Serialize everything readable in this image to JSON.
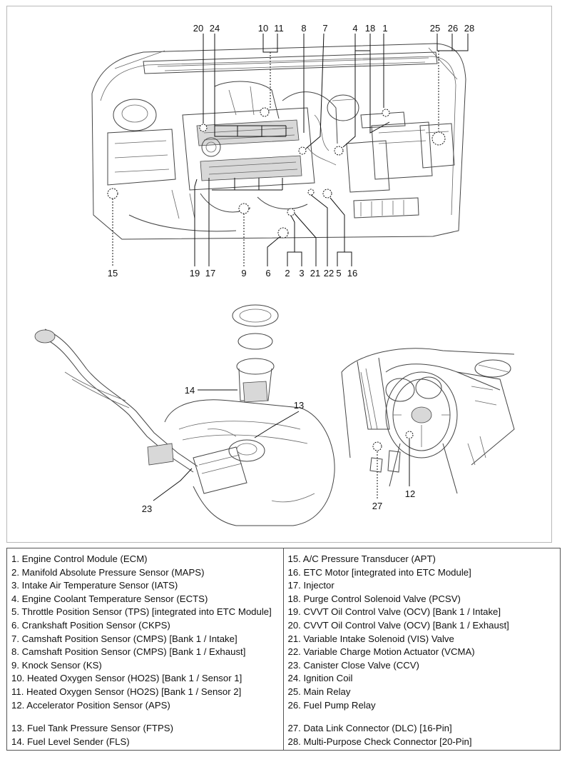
{
  "callouts": {
    "c20": "20",
    "c24": "24",
    "c10": "10",
    "c11": "11",
    "c8": "8",
    "c7": "7",
    "c4": "4",
    "c18": "18",
    "c1": "1",
    "c25": "25",
    "c26": "26",
    "c28": "28",
    "c15": "15",
    "c19": "19",
    "c17": "17",
    "c9": "9",
    "c6": "6",
    "c2": "2",
    "c3": "3",
    "c21": "21",
    "c22": "22",
    "c5": "5",
    "c16": "16",
    "c14": "14",
    "c13": "13",
    "c23": "23",
    "c27": "27",
    "c12": "12"
  },
  "legend": {
    "left": [
      "1. Engine Control Module (ECM)",
      "2. Manifold Absolute Pressure Sensor (MAPS)",
      "3. Intake Air Temperature Sensor (IATS)",
      "4. Engine Coolant Temperature Sensor (ECTS)",
      "5. Throttle Position Sensor (TPS) [integrated into ETC Module]",
      "6. Crankshaft Position Sensor (CKPS)",
      "7. Camshaft Position Sensor (CMPS) [Bank 1 / Intake]",
      "8. Camshaft Position Sensor (CMPS) [Bank 1 / Exhaust]",
      "9. Knock Sensor (KS)",
      "10. Heated Oxygen Sensor (HO2S) [Bank 1 / Sensor 1]",
      "11. Heated Oxygen Sensor (HO2S) [Bank 1 / Sensor 2]",
      "12. Accelerator Position Sensor (APS)",
      "13. Fuel Tank Pressure Sensor (FTPS)",
      "14. Fuel Level Sender (FLS)"
    ],
    "right": [
      "15. A/C Pressure Transducer (APT)",
      "16. ETC Motor [integrated into ETC Module]",
      "17. Injector",
      "18. Purge Control Solenoid Valve (PCSV)",
      "19. CVVT Oil Control Valve (OCV) [Bank 1 / Intake]",
      "20. CVVT Oil Control Valve (OCV) [Bank 1 / Exhaust]",
      "21. Variable Intake Solenoid (VIS) Valve",
      "22. Variable Charge Motion Actuator (VCMA)",
      "23. Canister Close Valve (CCV)",
      "24. Ignition Coil",
      "25. Main Relay",
      "26. Fuel Pump Relay",
      "27. Data Link Connector (DLC) [16-Pin]",
      "28. Multi-Purpose Check Connector [20-Pin]"
    ]
  }
}
